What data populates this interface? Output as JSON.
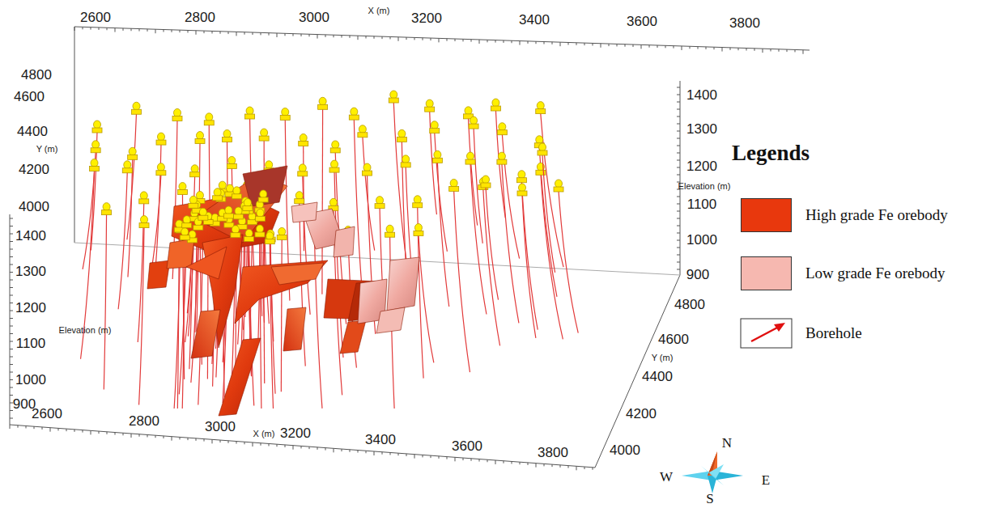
{
  "diagram": {
    "labels": [
      "2600",
      "2800",
      "3000",
      "X (m)",
      "3200",
      "3400",
      "3600",
      "3800",
      "4800",
      "4600",
      "4400",
      "Y (m)",
      "4200",
      "4000",
      "1400",
      "1300",
      "1200",
      "Elevation (m)",
      "1100",
      "1000",
      "900",
      "1400",
      "1300",
      "1200",
      "Elevation (m)",
      "1100",
      "1000",
      "900",
      "2600",
      "2800",
      "3000",
      "X (m)",
      "3200",
      "3400",
      "3600",
      "3800",
      "4800",
      "4600",
      "Y (m)",
      "4400",
      "4200",
      "4000",
      "Legends",
      "N",
      "W",
      "E",
      "S"
    ],
    "legend": [
      {
        "text": "High grade Fe orebody",
        "color": "#e8380d"
      },
      {
        "text": "Low grade Fe orebody",
        "color": "#f6b8b0"
      },
      {
        "text": "Borehole"
      }
    ]
  }
}
